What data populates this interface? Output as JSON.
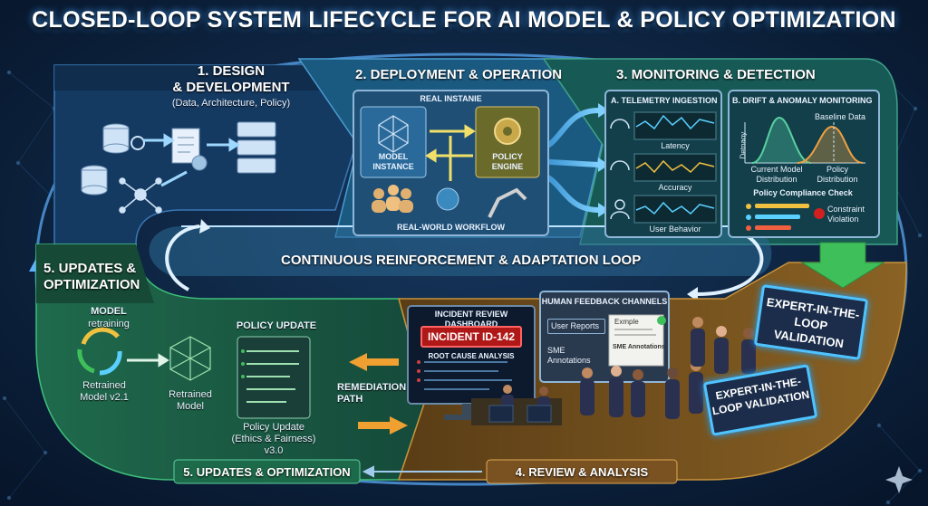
{
  "title": "CLOSED-LOOP SYSTEM LIFECYCLE FOR AI MODEL & POLICY OPTIMIZATION",
  "design": {
    "title_line1": "1. DESIGN",
    "title_line2": "& DEVELOPMENT",
    "subtitle": "(Data, Architecture, Policy)"
  },
  "deployment": {
    "title": "2. DEPLOYMENT & OPERATION",
    "instance_label": "REAL INSTANIE",
    "model_instance": "MODEL INSTANCE",
    "policy_engine": "POLICY ENGINE",
    "workflow": "REAL-WORLD WORKFLOW"
  },
  "monitoring": {
    "title": "3. MONITORING & DETECTION",
    "telemetry": {
      "title": "A. TELEMETRY INGESTION",
      "latency": "Latency",
      "accuracy": "Accuracy",
      "user_behavior": "User Behavior"
    },
    "drift": {
      "title": "B. DRIFT & ANOMALY MONITORING",
      "baseline": "Baseline Data",
      "axis": "Detnaoy",
      "current": "Current Model Distribution",
      "policy_dist": "Policy Distribution",
      "compliance": "Policy Compliance Check",
      "violation": "Constraint Violation"
    }
  },
  "loop_label": "CONTINUOUS REINFORCEMENT & ADAPTATION LOOP",
  "updates": {
    "title_line1": "5. UPDATES &",
    "title_line2": "OPTIMIZATION",
    "model": "MODEL",
    "retraining": "retraining",
    "retrained_v": "Retrained Model v2.1",
    "retrained_model": "Retrained Model",
    "policy_update_title": "POLICY UPDATE",
    "policy_update_caption": "Policy Update (Ethics & Fairness) v3.0",
    "bottom_label": "5. UPDATES & OPTIMIZATION"
  },
  "review": {
    "dashboard_title": "INCIDENT REVIEW DASHBOARD",
    "incident": "INCIDENT ID-142",
    "root_cause": "ROOT CAUSE ANALYSIS",
    "feedback_title": "HUMAN FEEDBACK CHANNELS",
    "user_reports": "User Reports",
    "sme": "SME Annotations",
    "example": "Exmple",
    "sme_annotations_doc": "SME Annotations",
    "remediation": "REMEDIATION PATH",
    "expert_sign": "EXPERT-IN-THE-LOOP VALIDATION",
    "expert_sign2": "EXPERT-IN-THE-LOOP VALIDATION",
    "bottom_label": "4. REVIEW & ANALYSIS"
  },
  "colors": {
    "background": "#0b1f3a",
    "design_band": "#153a62",
    "deploy_band": "#1b5a80",
    "monitor_band": "#175a55",
    "updates_band": "#1d5a45",
    "review_band": "#6b4a1c",
    "accent_blue": "#4fc3ff",
    "alert_red": "#b01818",
    "arrow_orange": "#f0a030",
    "arrow_green": "#3fbf5a"
  }
}
